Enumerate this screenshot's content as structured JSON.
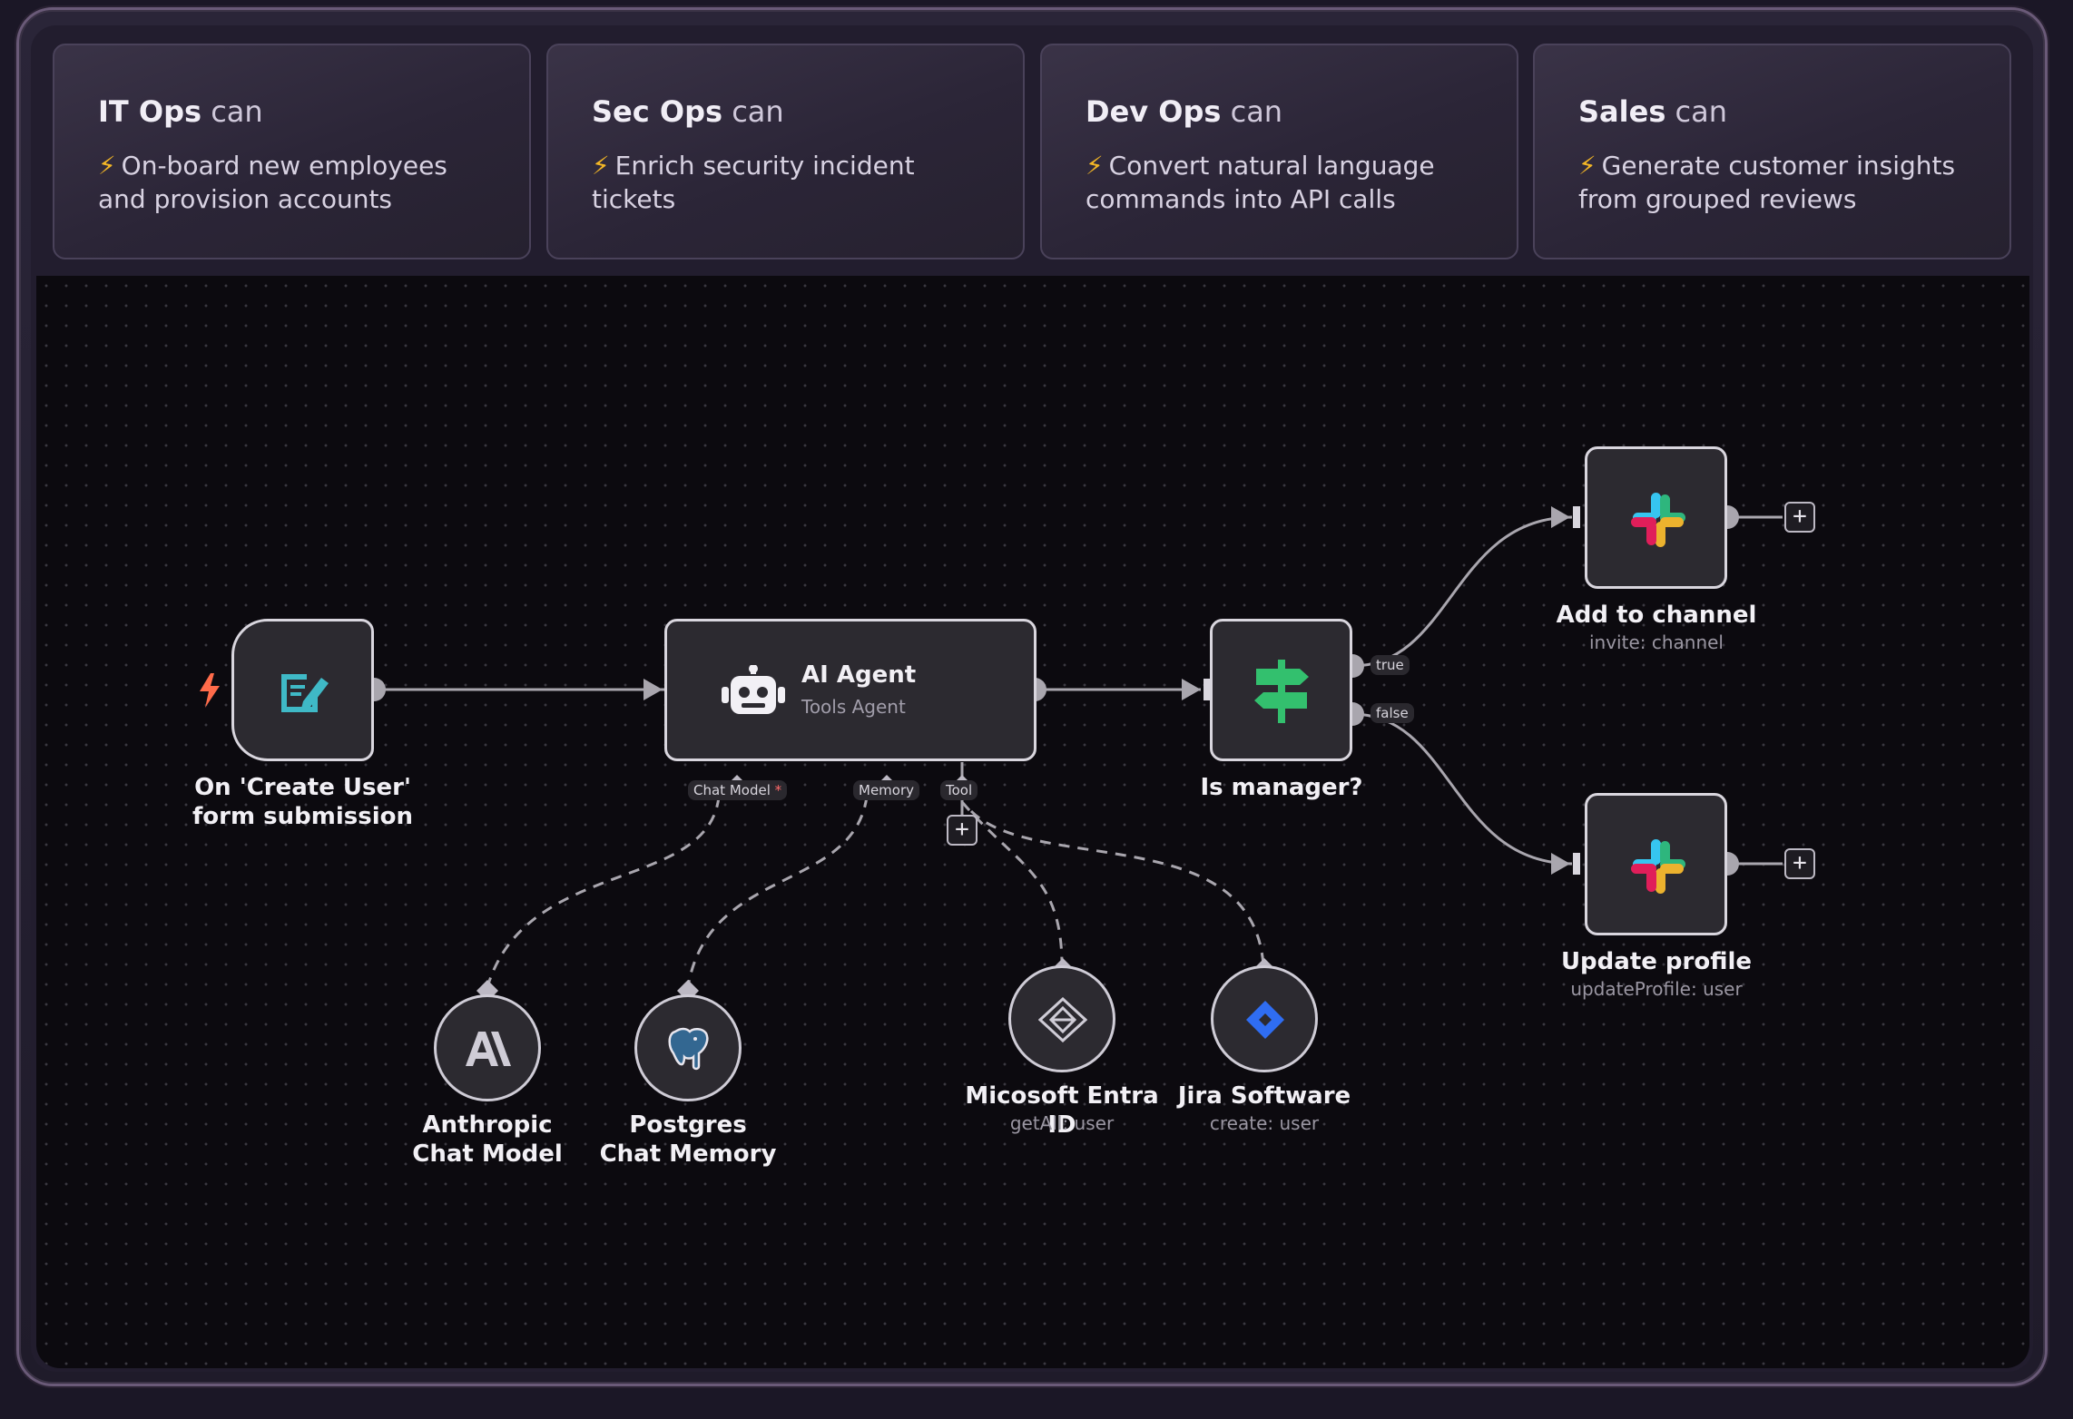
{
  "cards": [
    {
      "team": "IT Ops",
      "can": "can",
      "desc": "On-board new employees and provision accounts"
    },
    {
      "team": "Sec Ops",
      "can": "can",
      "desc": "Enrich security incident tickets"
    },
    {
      "team": "Dev Ops",
      "can": "can",
      "desc": "Convert natural language commands into API calls"
    },
    {
      "team": "Sales",
      "can": "can",
      "desc": "Generate customer insights from grouped reviews"
    }
  ],
  "icons": {
    "bolt": "⚡",
    "trigger": "form-pencil-icon",
    "agent": "robot-icon",
    "switch": "signpost-icon",
    "slack": "slack-icon",
    "anthropic": "anthropic-icon",
    "postgres": "postgres-elephant-icon",
    "entra": "entra-diamond-icon",
    "jira": "jira-icon",
    "plus": "plus-icon"
  },
  "nodes": {
    "trigger": {
      "label": "On 'Create User' form submission"
    },
    "agent": {
      "title": "AI Agent",
      "subtitle": "Tools Agent"
    },
    "switch": {
      "label": "Is manager?",
      "true_label": "true",
      "false_label": "false"
    },
    "add_channel": {
      "label": "Add to channel",
      "sub": "invite: channel"
    },
    "update_profile": {
      "label": "Update profile",
      "sub": "updateProfile: user"
    },
    "anthropic": {
      "label": "Anthropic Chat Model"
    },
    "postgres": {
      "label": "Postgres Chat Memory"
    },
    "entra": {
      "label": "Micosoft Entra ID",
      "sub": "getAll: user"
    },
    "jira": {
      "label": "Jira Software",
      "sub": "create: user"
    }
  },
  "ports": {
    "chat_model": "Chat Model",
    "chat_model_req": "*",
    "memory": "Memory",
    "tool": "Tool"
  },
  "plus_symbol": "+",
  "colors": {
    "accent_bolt": "#f3b626",
    "trigger_bolt": "#ff6b4a",
    "form_icon": "#3fb9c6",
    "switch_icon": "#33c06e",
    "jira": "#2f6df2",
    "canvas_bg": "#0c0a0f"
  }
}
